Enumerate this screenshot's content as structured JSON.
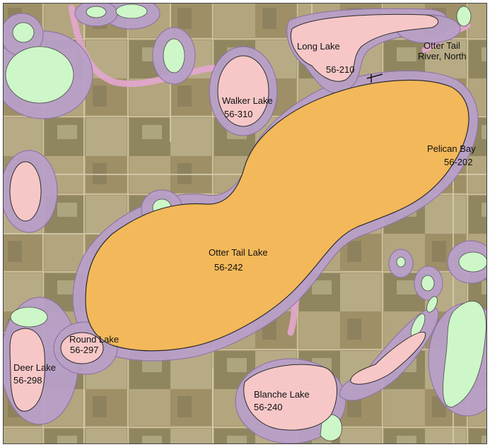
{
  "colors": {
    "imagery_base": "#a8996f",
    "target_lake_fill": "#f3b85a",
    "lake_fill": "#f7c7c7",
    "wetland_fill": "#cdf7c8",
    "buffer_fill": "#b9a0c9",
    "lake_outline": "#2b2b2b"
  },
  "labels": {
    "long_lake": {
      "name": "Long Lake",
      "id": "56-210"
    },
    "otter_tail_river": {
      "line1": "Otter Tail",
      "line2": "River, North"
    },
    "walker_lake": {
      "name": "Walker Lake",
      "id": "56-310"
    },
    "pelican_bay": {
      "name": "Pelican Bay",
      "id": "56-202"
    },
    "otter_tail_lake": {
      "name": "Otter Tail Lake",
      "id": "56-242"
    },
    "round_lake": {
      "name": "Round Lake",
      "id": "56-297"
    },
    "deer_lake": {
      "name": "Deer Lake",
      "id": "56-298"
    },
    "blanche_lake": {
      "name": "Blanche Lake",
      "id": "56-240"
    }
  }
}
